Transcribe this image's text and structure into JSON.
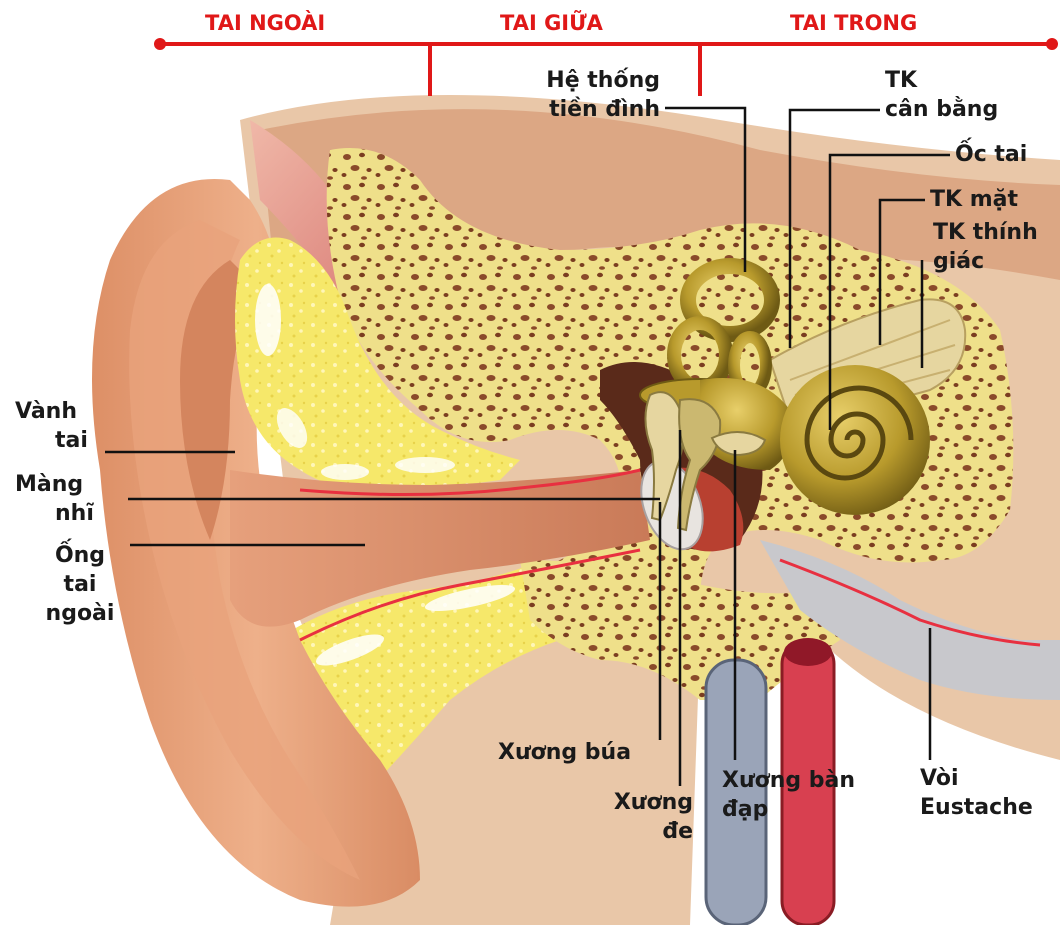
{
  "sections": {
    "outer": "TAI NGOÀI",
    "middle": "TAI GIỮA",
    "inner": "TAI TRONG"
  },
  "labels": {
    "auricle": [
      "Vành",
      "tai"
    ],
    "eardrum": [
      "Màng",
      "nhĩ"
    ],
    "ear_canal": [
      "Ống",
      "tai",
      "ngoài"
    ],
    "vestibular": [
      "Hệ thống",
      "tiền đình"
    ],
    "balance_nerve": [
      "TK",
      "cân bằng"
    ],
    "cochlea": "Ốc tai",
    "facial_nerve": "TK mặt",
    "auditory_nerve": [
      "TK thính",
      "giác"
    ],
    "malleus": "Xương búa",
    "incus": [
      "Xương",
      "đe"
    ],
    "stapes": [
      "Xương bàn",
      "đạp"
    ],
    "eustachian": [
      "Vòi",
      "Eustache"
    ]
  },
  "colors": {
    "accent_red": "#e01818",
    "bone": "#efe08a",
    "skin": "#e8a27a",
    "ossicle_gold": "#b89a2c"
  }
}
